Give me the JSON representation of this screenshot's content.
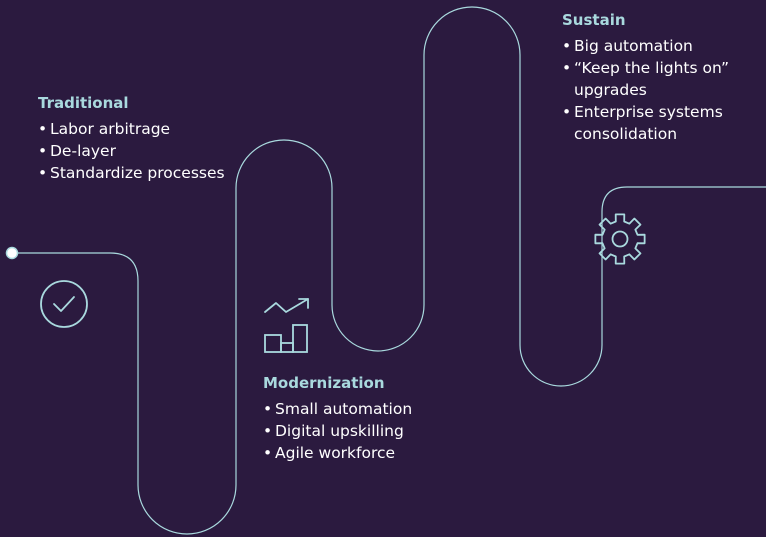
{
  "colors": {
    "background": "#2b1a3f",
    "accent": "#a9d9de",
    "text": "#ffffff"
  },
  "stages": [
    {
      "title": "Traditional",
      "icon": "checkmark-circle-icon",
      "items": [
        "Labor arbitrage",
        "De-layer",
        "Standardize processes"
      ]
    },
    {
      "title": "Modernization",
      "icon": "trend-chart-icon",
      "items": [
        "Small automation",
        "Digital upskilling",
        "Agile workforce"
      ]
    },
    {
      "title": "Sustain",
      "icon": "gear-icon",
      "items": [
        "Big automation",
        "“Keep the lights on” upgrades",
        "Enterprise systems consolidation"
      ]
    }
  ]
}
